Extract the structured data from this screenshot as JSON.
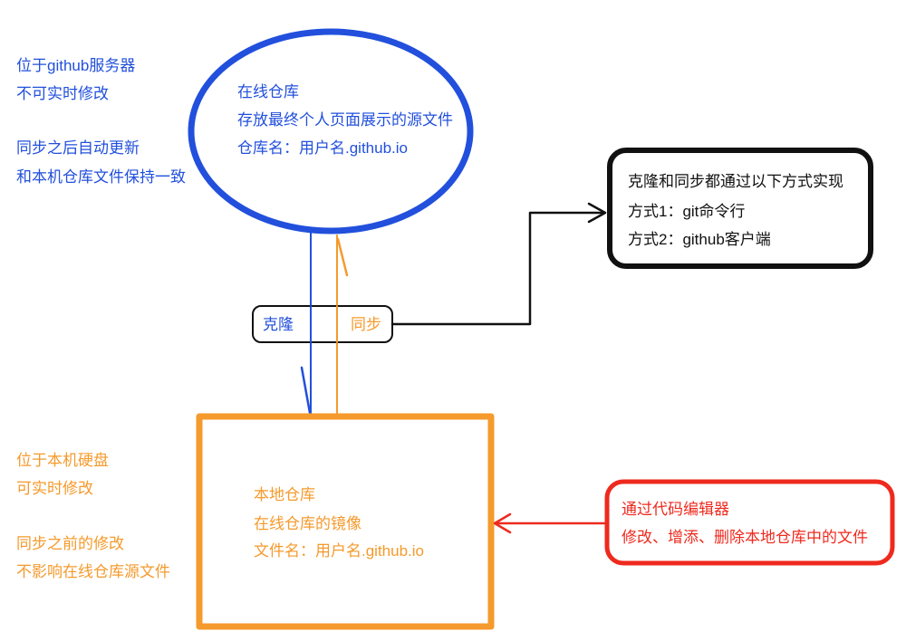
{
  "server_notes": [
    "位于github服务器",
    "不可实时修改",
    "同步之后自动更新",
    "和本机仓库文件保持一致"
  ],
  "remote_repo": {
    "lines": [
      "在线仓库",
      "存放最终个人页面展示的源文件",
      "仓库名：用户名.github.io"
    ]
  },
  "sync_box": {
    "clone_label": "克隆",
    "sync_label": "同步"
  },
  "methods_box": {
    "lines": [
      "克隆和同步都通过以下方式实现",
      "方式1：git命令行",
      "方式2：github客户端"
    ]
  },
  "local_notes": [
    "位于本机硬盘",
    "可实时修改",
    "同步之前的修改",
    "不影响在线仓库源文件"
  ],
  "local_repo": {
    "lines": [
      "本地仓库",
      "在线仓库的镜像",
      "文件名：用户名.github.io"
    ]
  },
  "editor_box": {
    "lines": [
      "通过代码编辑器",
      "修改、增添、删除本地仓库中的文件"
    ]
  },
  "colors": {
    "blue": "#2250dc",
    "orange": "#f59a2c",
    "red": "#ee2a1e",
    "black": "#111111"
  }
}
